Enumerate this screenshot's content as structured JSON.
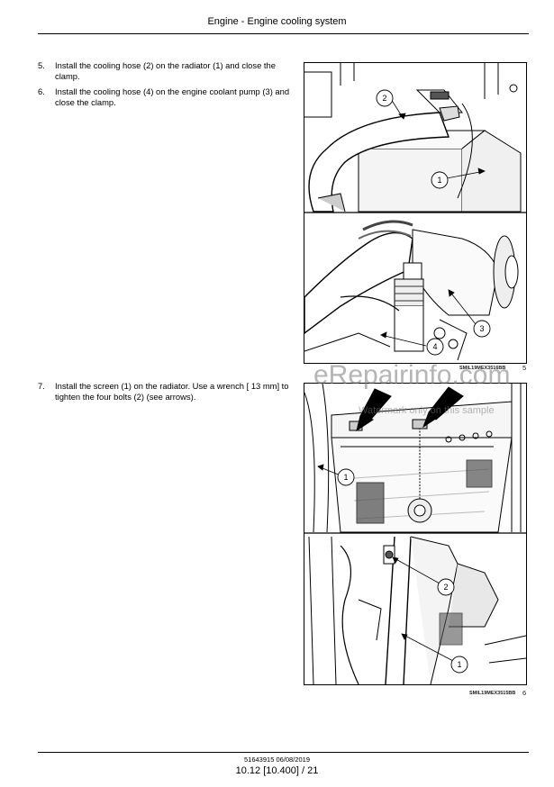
{
  "header": {
    "title": "Engine - Engine cooling system"
  },
  "steps_top": [
    {
      "num": "5.",
      "text": "Install the cooling hose (2) on the radiator (1) and close the clamp."
    },
    {
      "num": "6.",
      "text": "Install the cooling hose (4) on the engine coolant pump (3) and close the clamp."
    }
  ],
  "steps_bottom": [
    {
      "num": "7.",
      "text": "Install the screen (1) on the radiator. Use a wrench [ 13 mm] to tighten the four bolts (2) (see arrows)."
    }
  ],
  "figures": {
    "fig5": {
      "callouts": [
        "2",
        "1",
        "3",
        "4"
      ],
      "caption": "SMIL19MEX3516BB",
      "number": "5"
    },
    "fig6": {
      "callouts": [
        "1",
        "2",
        "1"
      ],
      "caption": "SMIL19MEX3515BB",
      "number": "6"
    }
  },
  "watermark": {
    "brand": "eRepairinfo.com",
    "note": "Watermark only on this sample"
  },
  "footer": {
    "doc": "51643915 06/08/2019",
    "page": "10.12 [10.400] / 21"
  }
}
